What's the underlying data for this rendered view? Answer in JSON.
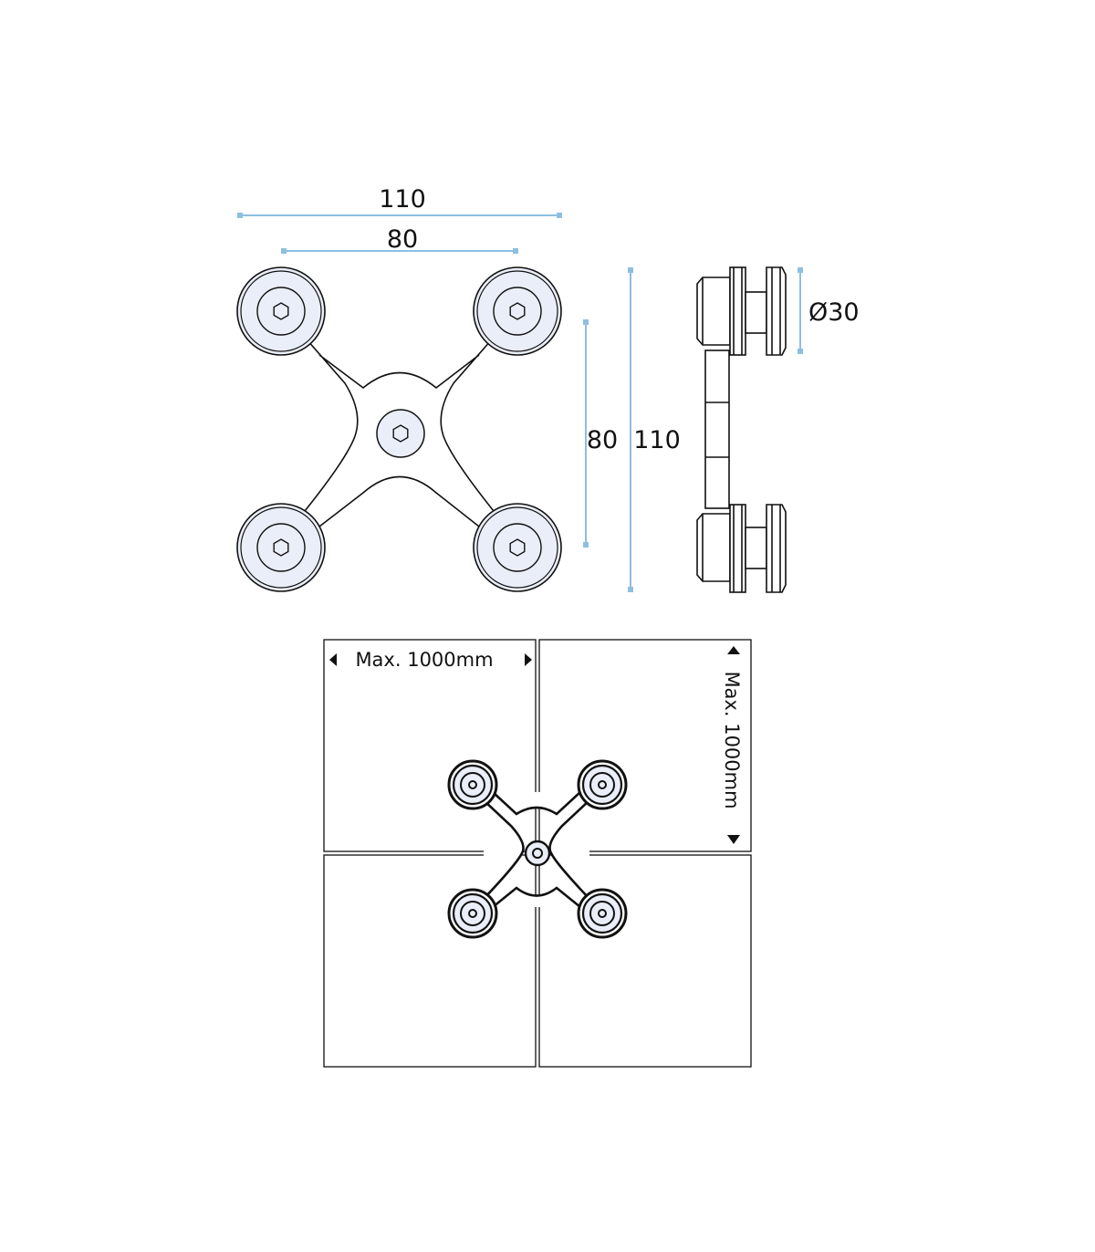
{
  "dimensions": {
    "overall_width": "110",
    "hole_width": "80",
    "hole_height": "80",
    "overall_height": "110",
    "disc_diameter": "Ø30"
  },
  "panels": {
    "max_width_label": "Max. 1000mm",
    "max_height_label": "Max. 1000mm"
  },
  "colors": {
    "dimension_line": "#8ebfe0",
    "disc_fill": "#eaeef8",
    "outline": "#111111"
  }
}
